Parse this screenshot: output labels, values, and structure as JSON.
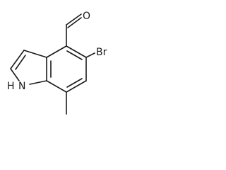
{
  "molecule": {
    "atoms": {
      "oxygen": "O",
      "bromine": "Br",
      "nitrogen_h": "H",
      "nitrogen": "N"
    }
  },
  "colors": {
    "bond": "#1a1a1a",
    "background": "#ffffff"
  }
}
